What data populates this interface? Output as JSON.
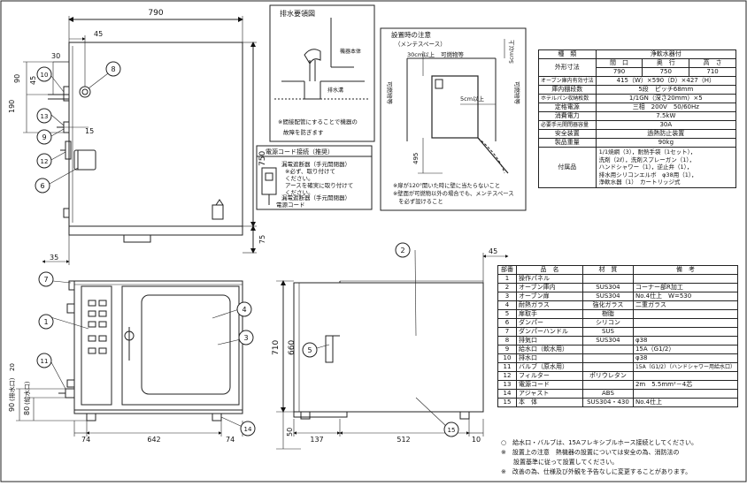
{
  "top_dims": {
    "width_790": "790",
    "d45": "45",
    "d30": "30",
    "d90": "90",
    "d45b": "45",
    "d190": "190",
    "d15": "15",
    "d750": "750",
    "d75": "75",
    "d35": "35"
  },
  "front_dims": {
    "d74a": "74",
    "d642": "642",
    "d74b": "74",
    "d90drain": "90",
    "drain_label": "(排水口)",
    "d80": "80",
    "feed_label": "(給水口)",
    "label_d20": "20"
  },
  "side_dims": {
    "d45": "45",
    "d710": "710",
    "d660": "660",
    "d50": "50",
    "d137": "137",
    "d512": "512",
    "d10": "10"
  },
  "callouts": {
    "c1": "1",
    "c2": "2",
    "c3": "3",
    "c4": "4",
    "c5": "5",
    "c6": "6",
    "c7": "7",
    "c8": "8",
    "c9": "9",
    "c10": "10",
    "c11": "11",
    "c12": "12",
    "c13": "13",
    "c14": "14",
    "c15": "15"
  },
  "drain_box": {
    "title": "排水要領図",
    "machine_label": "機器本体",
    "drain_channel": "排水溝",
    "note1": "※間接配管にすることで機器の",
    "note2": "故障を防ぎます"
  },
  "power_box": {
    "title": "電源コード接続（推奨）",
    "item1a": "漏電遮断器（手元開閉器）",
    "item1b": "※必ず、取り付けて",
    "item1c": "ください。",
    "item1d": "アースを確実に取り付けて",
    "item1e": "ください。",
    "item2": "漏電遮断器（手元開閉器）",
    "item3": "電源コード"
  },
  "install_box": {
    "title": "設置時の注意",
    "subtitle": "（メンテスペース）",
    "top_clear": "30cm以上",
    "top_clear2": "5cm以上",
    "combustible1": "可燃物等",
    "combustible2": "可燃物等",
    "combustible3": "可燃物等",
    "side_clear": "5cm以上",
    "height_495": "495",
    "note1": "※扉が120°開いた時に壁に当たらないこと",
    "note2": "※壁面が可燃物以外の場合でも、メンテスペース",
    "note3": "　を必ず設けること"
  },
  "spec_table": {
    "type_label": "種　類",
    "type_value": "浄軟水器付",
    "dims_label": "外形寸法",
    "col_w": "間　口",
    "col_d": "奥　行",
    "col_h": "高　さ",
    "val_w": "790",
    "val_d": "750",
    "val_h": "710",
    "rows": [
      {
        "label": "オーブン庫内有効寸法",
        "value": "415（W）×590（D）×427（H）"
      },
      {
        "label": "庫内棚段数",
        "value": "5段　ピッチ68mm"
      },
      {
        "label": "ホテルパン収納枚数",
        "value": "1/1GN（深さ20mm）×5"
      },
      {
        "label": "定格電源",
        "value": "三相　200V　50/60Hz"
      },
      {
        "label": "消費電力",
        "value": "7.5kW"
      },
      {
        "label": "必要手元開閉器容量",
        "value": "30A"
      },
      {
        "label": "安全装置",
        "value": "過熱防止装置"
      },
      {
        "label": "製品重量",
        "value": "90kg"
      }
    ],
    "accessory_label": "付属品",
    "accessories": [
      "1/1焼網（3），耐熱手袋（1セット），",
      "洗剤（2ℓ），洗剤スプレーガン（1），",
      "ハンドシャワー（1），逆止弁（1），",
      "排水用シリコンエルボ　φ38用（1），",
      "浄軟水器（1）　カートリッジ式"
    ]
  },
  "parts_table": {
    "headers": [
      "部番",
      "品　名",
      "材　質",
      "備　考"
    ],
    "rows": [
      [
        "1",
        "操作パネル",
        "",
        ""
      ],
      [
        "2",
        "オーブン庫内",
        "SUS304",
        "コーナー部R加工"
      ],
      [
        "3",
        "オーブン扉",
        "SUS304",
        "No.4仕上　W=530"
      ],
      [
        "4",
        "耐熱ガラス",
        "強化ガラス",
        "二重ガラス"
      ],
      [
        "5",
        "扉取手",
        "樹脂",
        ""
      ],
      [
        "6",
        "ダンパー",
        "シリコン",
        ""
      ],
      [
        "7",
        "ダンパーハンドル",
        "SUS",
        ""
      ],
      [
        "8",
        "排気口",
        "SUS304",
        "φ38"
      ],
      [
        "9",
        "給水口（軟水用）",
        "",
        "15A（G1/2）"
      ],
      [
        "10",
        "排水口",
        "",
        "φ38"
      ],
      [
        "11",
        "バルブ（原水用）",
        "",
        "15A（G1/2）（ハンドシャワー用給水口）"
      ],
      [
        "12",
        "フィルター",
        "ポリウレタン",
        ""
      ],
      [
        "13",
        "電源コード",
        "",
        "2m　5.5mm²－4芯"
      ],
      [
        "14",
        "アジャスト",
        "ABS",
        ""
      ],
      [
        "15",
        "本　体",
        "SUS304・430",
        "No.4仕上"
      ]
    ]
  },
  "bottom_notes": [
    "○　給水口・バルブは、15Aフレキシブルホース接続としてください。",
    "※　設置上の注意　熱機器の設置については安全の為、消防法の",
    "　　設置基準に従って設置してください。",
    "※　改善の為、仕様及び外観を予告なしに変更することがあります。"
  ]
}
